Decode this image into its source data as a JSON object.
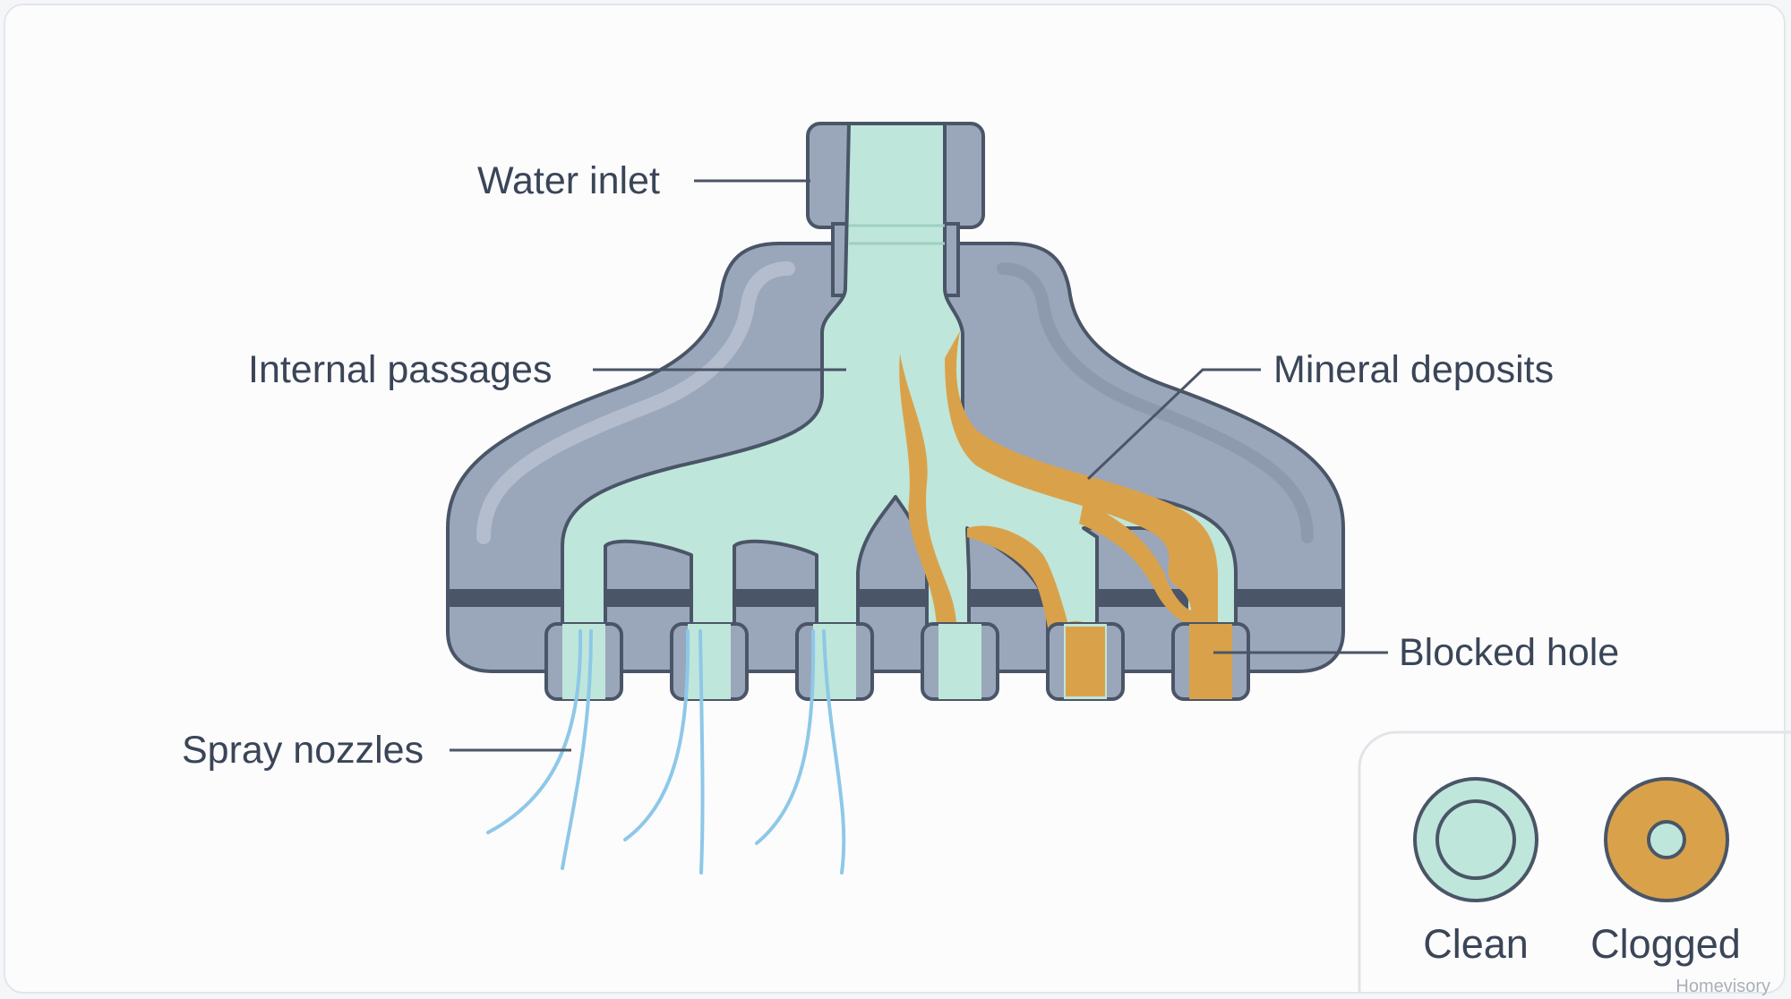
{
  "labels": {
    "water_inlet": "Water inlet",
    "internal_passages": "Internal passages",
    "mineral_deposits": "Mineral deposits",
    "blocked_hole": "Blocked hole",
    "spray_nozzles": "Spray nozzles"
  },
  "legend": {
    "clean": "Clean",
    "clogged": "Clogged"
  },
  "credit": "Homevisory",
  "colors": {
    "housing": "#9aa6ba",
    "housing_outline": "#4a5567",
    "water": "#bfe6da",
    "mineral": "#d9a24a",
    "spray": "#8ec8e8",
    "text": "#3a4558"
  }
}
